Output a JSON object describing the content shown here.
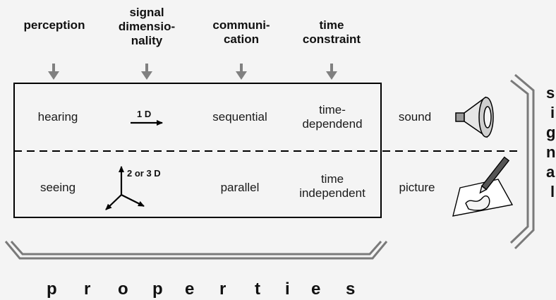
{
  "headers": {
    "perception": "perception",
    "signal_dimensionality": [
      "signal",
      "dimensio-",
      "nality"
    ],
    "communication": [
      "communi-",
      "cation"
    ],
    "time_constraint": [
      "time",
      "constraint"
    ]
  },
  "rows": {
    "top": {
      "perception": "hearing",
      "dimension": "1 D",
      "communication": "sequential",
      "time": [
        "time-",
        "dependend"
      ],
      "medium": "sound"
    },
    "bottom": {
      "perception": "seeing",
      "dimension": "2 or 3 D",
      "communication": "parallel",
      "time": [
        "time",
        "independent"
      ],
      "medium": "picture"
    }
  },
  "bottom_label": [
    "p",
    "r",
    "o",
    "p",
    "e",
    "r",
    "t",
    "i",
    "e",
    "s"
  ],
  "side_label": [
    "s",
    "i",
    "g",
    "n",
    "a",
    "l"
  ],
  "icons": [
    "speaker-icon",
    "pen-drawing-icon"
  ],
  "colors": {
    "arrow_gray": "#808080",
    "brace_gray": "#7a7a7a",
    "text": "#111111"
  }
}
